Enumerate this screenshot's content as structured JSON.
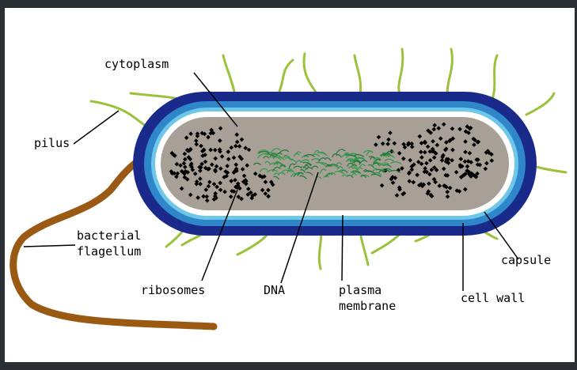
{
  "diagram": {
    "labels": {
      "cytoplasm": "cytoplasm",
      "pilus": "pilus",
      "flagellum_line1": "bacterial",
      "flagellum_line2": "flagellum",
      "ribosomes": "ribosomes",
      "dna": "DNA",
      "membrane_line1": "plasma",
      "membrane_line2": "membrane",
      "cell_wall": "cell wall",
      "capsule": "capsule"
    },
    "colors": {
      "capsule": "#1a2a8a",
      "cell_wall": "#2f86c8",
      "membrane": "#ffffff",
      "cytoplasm": "#a89f97",
      "dna": "#2e9a4a",
      "ribosome": "#000000",
      "pili": "#9ac23a",
      "flagellum": "#9a5a14",
      "background": "#ffffff",
      "frame": "#2a2f35"
    }
  }
}
